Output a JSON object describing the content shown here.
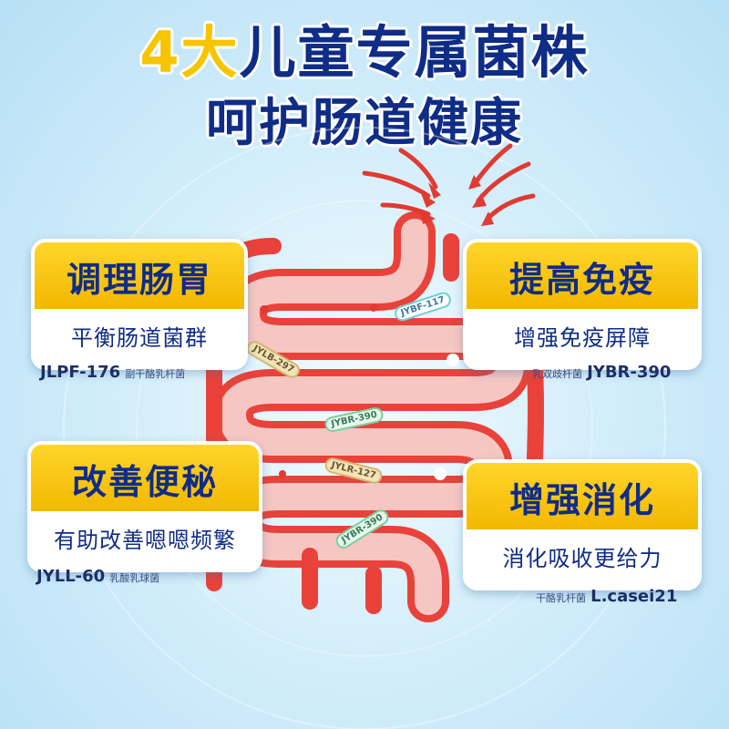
{
  "header": {
    "line1_highlight": "4大",
    "line1_rest": "儿童专属菌株",
    "line2": "呵护肠道健康"
  },
  "benefits": [
    {
      "title": "调理肠胃",
      "subtitle": "平衡肠道菌群",
      "strain_code": "JLPF-176",
      "strain_name": "副干酪乳杆菌"
    },
    {
      "title": "提高免疫",
      "subtitle": "增强免疫屏障",
      "strain_code": "JYBR-390",
      "strain_name": "乳双歧杆菌"
    },
    {
      "title": "改善便秘",
      "subtitle": "有助改善嗯嗯频繁",
      "strain_code": "JYLL-60",
      "strain_name": "乳酸乳球菌"
    },
    {
      "title": "增强消化",
      "subtitle": "消化吸收更给力",
      "strain_code": "L.casei21",
      "strain_name": "干酪乳杆菌"
    }
  ],
  "bacteria_tags": [
    "JYBF-117",
    "JYLB-297",
    "JYBR-390",
    "JYLR-127",
    "JYBR-390"
  ],
  "colors": {
    "title_blue": "#0f2c86",
    "highlight_yellow": "#f7c400",
    "gut_red": "#e8423a",
    "gut_fill": "#f6c6c2"
  }
}
